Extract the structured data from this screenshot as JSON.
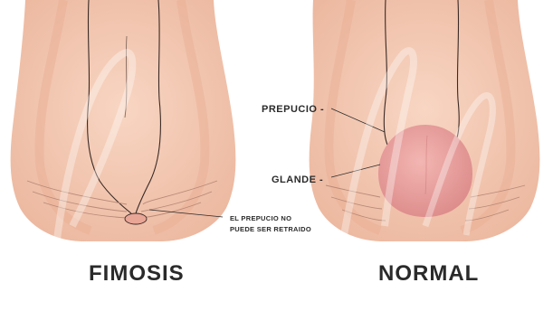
{
  "labels": {
    "prepucio": "PREPUCIO -",
    "glande": "GLANDE -",
    "note_line1": "EL PREPUCIO NO",
    "note_line2": "PUEDE SER RETRAIDO"
  },
  "captions": {
    "left": "FIMOSIS",
    "right": "NORMAL"
  },
  "colors": {
    "skin": "#f3c7b0",
    "skin_shadow": "#e6ab91",
    "outline": "#3a2a26",
    "glans": "#e89a98",
    "text": "#2a2a2a"
  }
}
